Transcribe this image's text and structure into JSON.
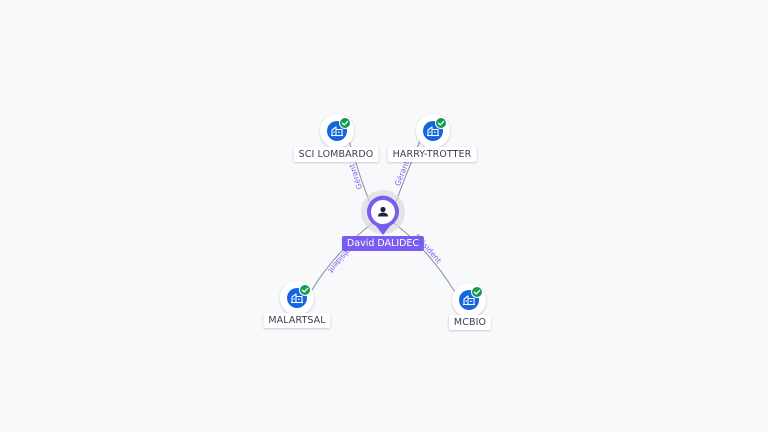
{
  "colors": {
    "person": "#7b5cf0",
    "company": "#1565e0",
    "verified": "#149c56",
    "edge": "#8a8fa3",
    "edge_label": "#7a5cf0"
  },
  "icons": {
    "person": "user-icon",
    "company": "building-icon",
    "verified": "check-icon"
  },
  "person": {
    "name": "David DALIDEC"
  },
  "companies": [
    {
      "id": "sci-lombardo",
      "name": "SCI LOMBARDO",
      "role": "Gérant",
      "verified": true
    },
    {
      "id": "harry-trotter",
      "name": "HARRY-TROTTER",
      "role": "Gérant",
      "verified": true
    },
    {
      "id": "malartsal",
      "name": "MALARTSAL",
      "role": "Président",
      "verified": true
    },
    {
      "id": "mcbio",
      "name": "MCBIO",
      "role": "Président",
      "verified": true
    }
  ]
}
